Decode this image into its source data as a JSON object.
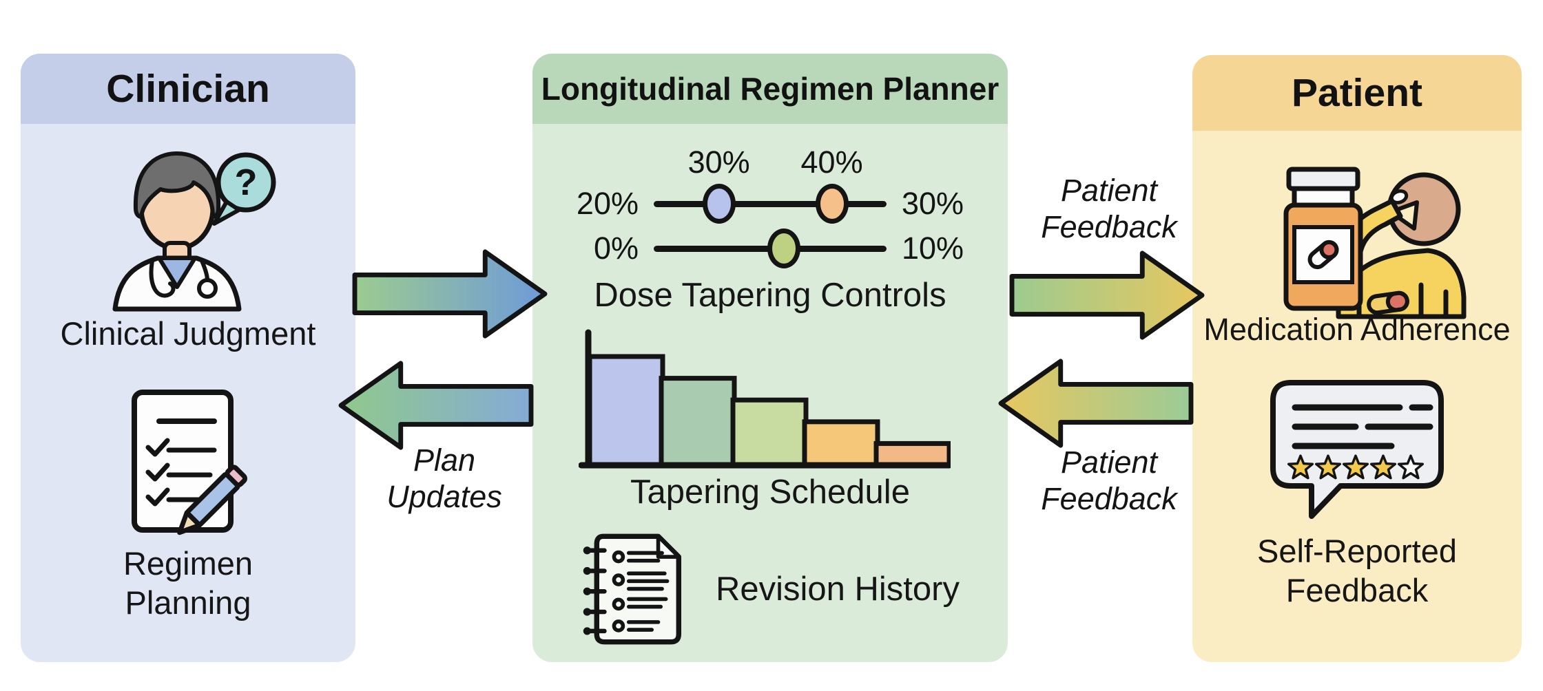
{
  "colors": {
    "clinician_header": "#c5cee9",
    "clinician_body": "#e0e6f4",
    "planner_header": "#b9d8ba",
    "planner_body": "#daebd9",
    "patient_header": "#f6d694",
    "patient_body": "#faedc4",
    "arrow_green": "#9ccb90",
    "arrow_blue": "#6e9bd8",
    "arrow_gold": "#e8c75f",
    "slider_knob_1": "#b7c3ec",
    "slider_knob_2": "#f5c08a",
    "slider_knob_3": "#bed183",
    "star_fill": "#f2c94c"
  },
  "clinician": {
    "title": "Clinician",
    "items": [
      {
        "icon": "doctor-question-icon",
        "label": "Clinical Judgment"
      },
      {
        "icon": "checklist-pencil-icon",
        "label": "Regimen\nPlanning"
      }
    ]
  },
  "planner": {
    "title": "Longitudinal Regimen Planner",
    "sliders": {
      "caption": "Dose Tapering Controls",
      "rows": [
        {
          "left_label": "20%",
          "right_label": "30%",
          "knobs": [
            {
              "label": "30%",
              "pos_pct": 28,
              "color": "#b7c3ec"
            },
            {
              "label": "40%",
              "pos_pct": 76.5,
              "color": "#f5c08a"
            }
          ]
        },
        {
          "left_label": "0%",
          "right_label": "10%",
          "knobs": [
            {
              "label": "",
              "pos_pct": 56,
              "color": "#bed183"
            }
          ]
        }
      ]
    },
    "chart": {
      "caption": "Tapering Schedule"
    },
    "revision": {
      "icon": "notebook-list-icon",
      "label": "Revision History"
    }
  },
  "patient": {
    "title": "Patient",
    "items": [
      {
        "icon": "pill-bottle-person-icon",
        "label": "Medication Adherence"
      },
      {
        "icon": "feedback-bubble-icon",
        "label": "Self-Reported\nFeedback"
      }
    ],
    "feedback_stars": {
      "filled": 4,
      "total": 5
    }
  },
  "arrows": [
    {
      "name": "clinician-to-planner",
      "direction": "right",
      "label": "",
      "gradient": [
        "#9ccb90",
        "#6e9bd8"
      ]
    },
    {
      "name": "planner-to-clinician",
      "direction": "left",
      "label": "Plan\nUpdates",
      "gradient": [
        "#90c98c",
        "#84abd6"
      ]
    },
    {
      "name": "planner-to-patient",
      "direction": "right",
      "label": "Patient\nFeedback",
      "gradient": [
        "#9ccb90",
        "#e8c75f"
      ]
    },
    {
      "name": "patient-to-planner",
      "direction": "left",
      "label": "Patient\nFeedback",
      "gradient": [
        "#e8c75f",
        "#9bcb97"
      ]
    }
  ],
  "chart_data": {
    "type": "bar",
    "title": "Tapering Schedule",
    "values": [
      100,
      80,
      60,
      40,
      20
    ],
    "colors": [
      "#bcc5ec",
      "#a9cbaf",
      "#c8dba0",
      "#f4c878",
      "#f2b986"
    ],
    "xlabel": "",
    "ylabel": "",
    "ylim": [
      0,
      100
    ],
    "note": "Unlabeled descending dose bars; heights read relative to tallest bar"
  }
}
